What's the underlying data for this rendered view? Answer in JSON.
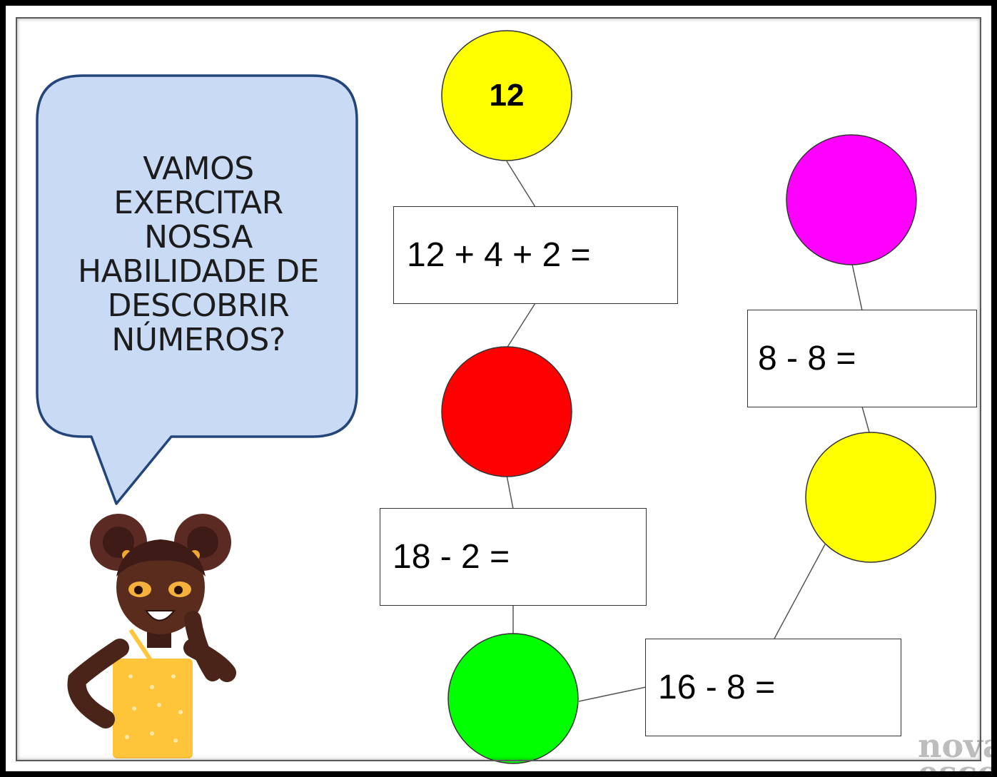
{
  "speech_bubble": {
    "lines": [
      "VAMOS",
      "EXERCITAR",
      "NOSSA",
      "HABILIDADE DE",
      "DESCOBRIR",
      "NÚMEROS?"
    ],
    "fill": "#c9daf5",
    "stroke": "#23457a"
  },
  "circles": {
    "start": {
      "label": "12",
      "color": "#ffff00"
    },
    "red": {
      "label": "",
      "color": "#ff0000"
    },
    "green": {
      "label": "",
      "color": "#00ff00"
    },
    "yellow_right": {
      "label": "",
      "color": "#ffff00"
    },
    "magenta": {
      "label": "",
      "color": "#ff00ff"
    }
  },
  "expressions": {
    "expr1": "12 + 4 + 2 =",
    "expr2": "18 - 2 =",
    "expr3": "16 - 8 =",
    "expr4": "8 - 8 ="
  },
  "watermark": {
    "lines": [
      "nova",
      "esco"
    ]
  }
}
